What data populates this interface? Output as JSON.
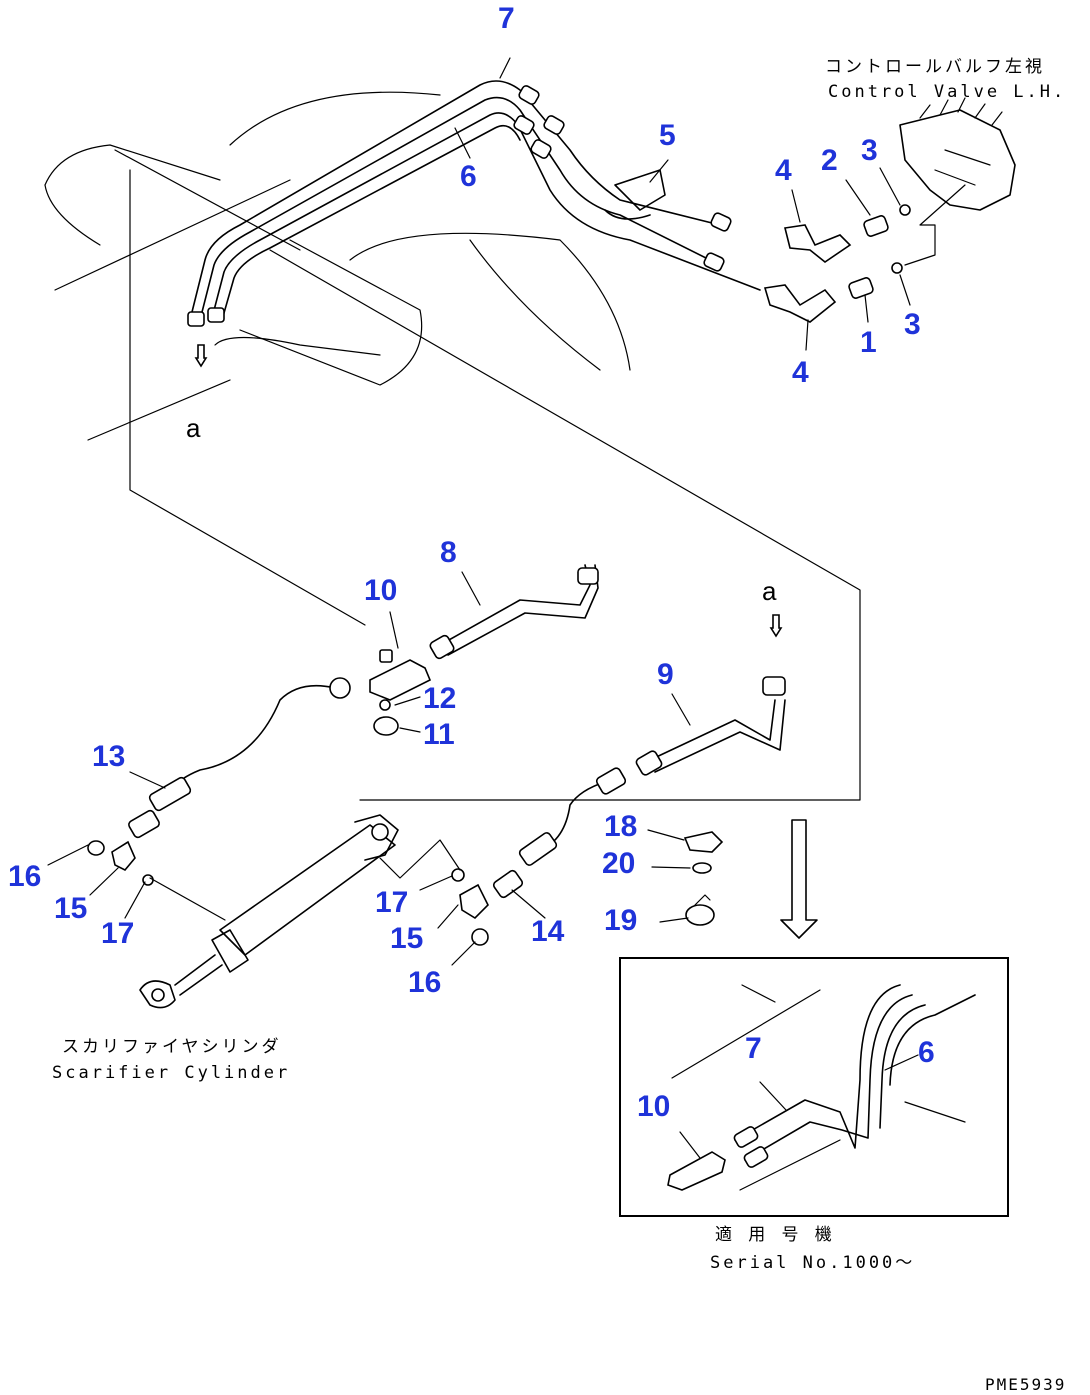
{
  "labels": {
    "control_valve_jp": "コントロールバルフ左視",
    "control_valve_en": "Control Valve L.H.",
    "scarifier_jp": "スカリファイヤシリンダ",
    "scarifier_en": "Scarifier Cylinder",
    "serial_jp": "適 用 号 機",
    "serial_en": "Serial No.1000～",
    "ref_a_top": "a",
    "ref_a_right": "a",
    "drawing_code": "PME5939"
  },
  "callouts": {
    "c7_top": "7",
    "c6_top": "6",
    "c5": "5",
    "c4_top": "4",
    "c2": "2",
    "c3_top": "3",
    "c1": "1",
    "c3_bottom": "3",
    "c4_bottom": "4",
    "c8": "8",
    "c10": "10",
    "c12": "12",
    "c11": "11",
    "c9": "9",
    "c13": "13",
    "c16_left": "16",
    "c15_left": "15",
    "c17_left": "17",
    "c17_mid": "17",
    "c15_mid": "15",
    "c16_mid": "16",
    "c14": "14",
    "c18": "18",
    "c20": "20",
    "c19": "19",
    "c7_inset": "7",
    "c6_inset": "6",
    "c10_inset": "10"
  }
}
